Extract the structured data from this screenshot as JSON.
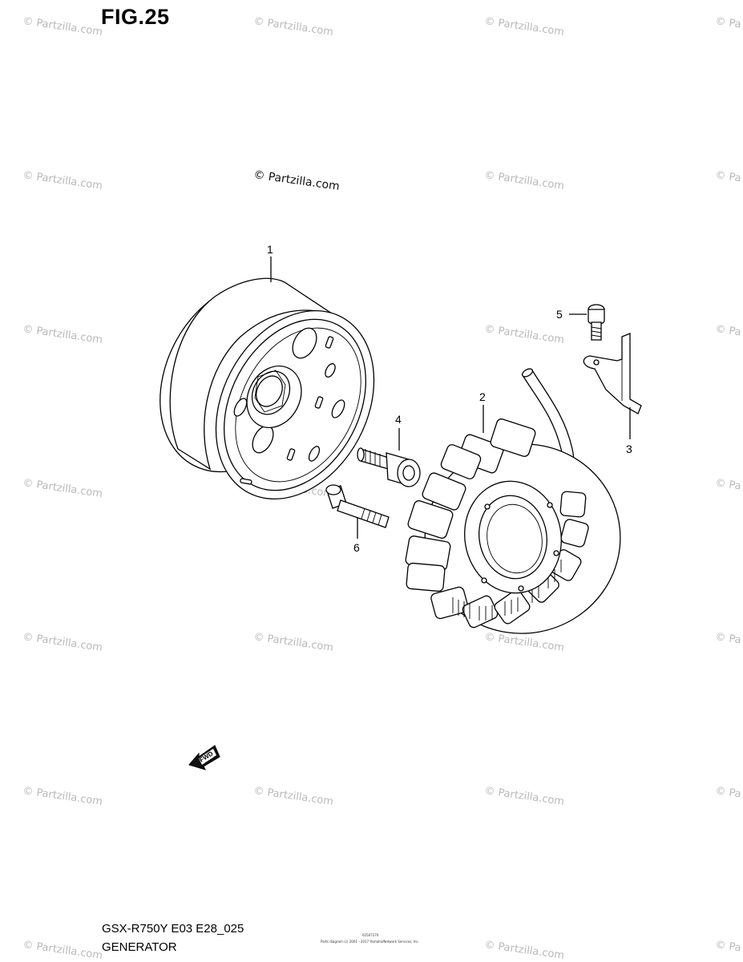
{
  "figure": {
    "title": "FIG.25"
  },
  "footer": {
    "model_code": "GSX-R750Y E03 E28_025",
    "name": "GENERATOR",
    "small_code": "02507270",
    "small_copyright": "Parts diagram (c) 2001 - 2017 Yamaha/Network Services, Inc."
  },
  "watermark": {
    "text": "© Partzilla.com",
    "short": "© Pa"
  },
  "callouts": [
    {
      "number": "1"
    },
    {
      "number": "2"
    },
    {
      "number": "3"
    },
    {
      "number": "4"
    },
    {
      "number": "5"
    },
    {
      "number": "6"
    }
  ],
  "fwd_label": "FWD"
}
